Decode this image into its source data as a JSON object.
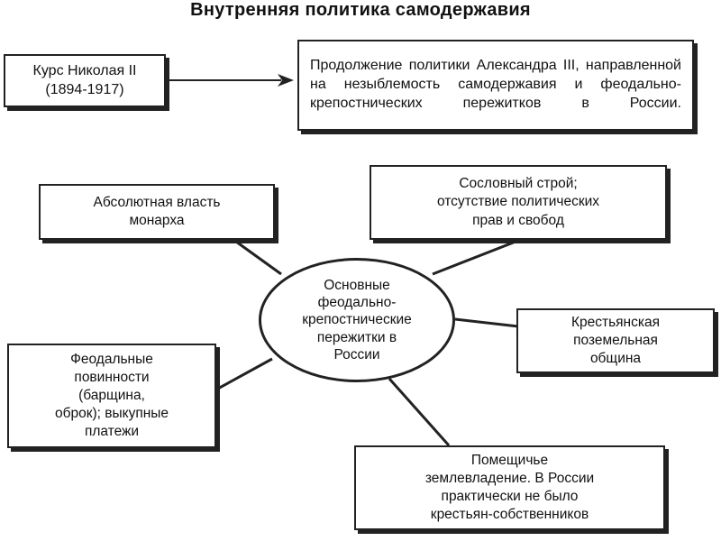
{
  "title": "Внутренняя политика самодержавия",
  "course": "Курс Николая II\n(1894-1917)",
  "continuation": "Продолжение политики Александра III, направленной на незыблемость самодержавия и феодально-крепостнических пережитков в России.",
  "center": "Основные\nфеодально-\nкрепостнические\nпережитки в\nРоссии",
  "absolute_power": "Абсолютная власть\nмонарха",
  "estates": "Сословный строй;\nотсутствие политических\nправ и свобод",
  "commune": "Крестьянская\nпоземельная\nобщина",
  "duties": "Феодальные\nповинности\n(барщина,\nоброк); выкупные\nплатежи",
  "landowners": "Помещичье\nземлевладение. В России\nпрактически не было\nкрестьян-собственников"
}
